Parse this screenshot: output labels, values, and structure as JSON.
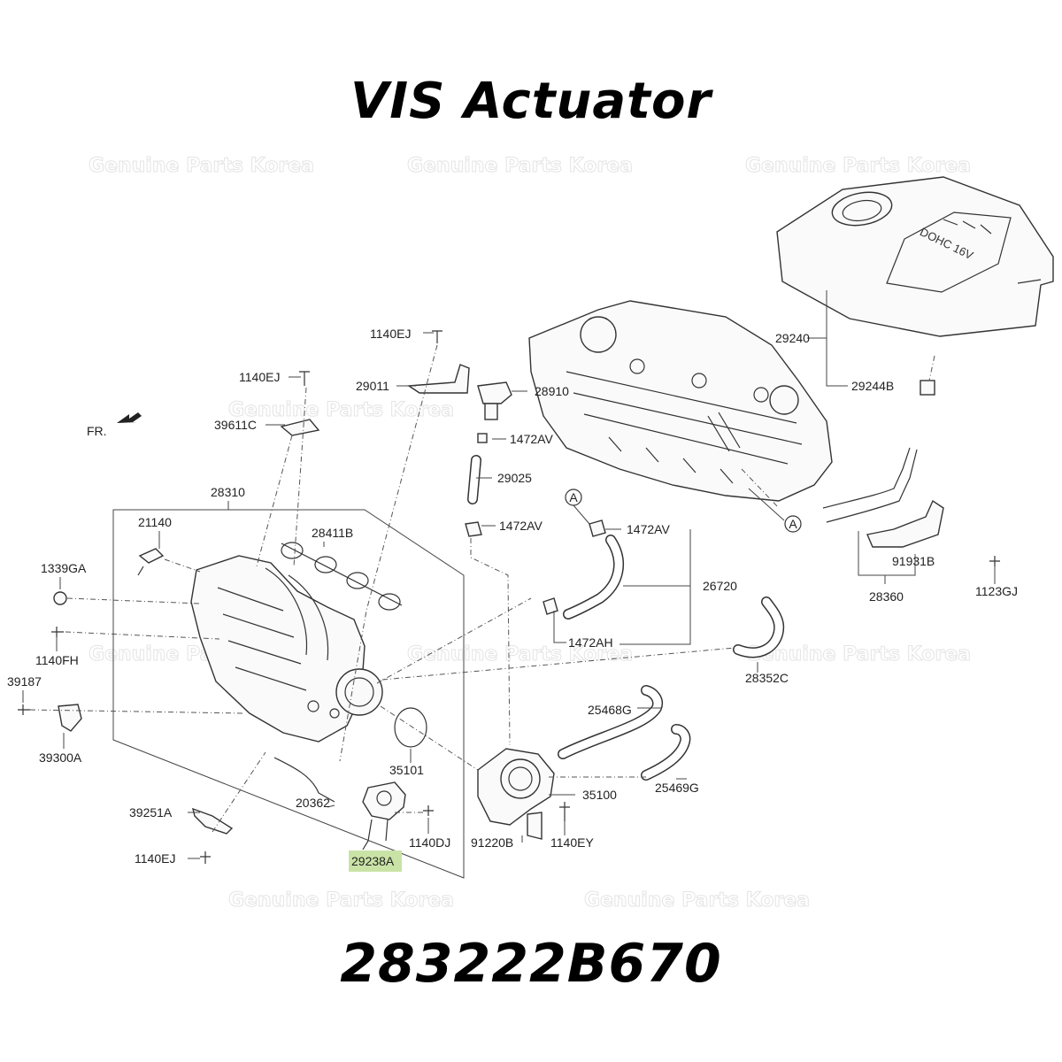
{
  "title": "VIS Actuator",
  "part_number": "283222B670",
  "watermark": "Genuine Parts Korea",
  "direction_label": "FR.",
  "cover_text": "DOHC 16V",
  "callout_marker": "A",
  "highlight_color": "#c9e3a6",
  "highlighted_part": "29238A",
  "labels": [
    "1140EJ",
    "1140EJ",
    "29011",
    "28910",
    "39611C",
    "1472AV",
    "29025",
    "28310",
    "21140",
    "28411B",
    "1339GA",
    "1140FH",
    "39187",
    "39300A",
    "35101",
    "20362",
    "39251A",
    "1140EJ",
    "29238A",
    "1140DJ",
    "1472AV",
    "1472AV",
    "26720",
    "1472AH",
    "28352C",
    "25468G",
    "25469G",
    "35100",
    "91220B",
    "1140EY",
    "29240",
    "29244B",
    "91931B",
    "28360",
    "1123GJ"
  ]
}
